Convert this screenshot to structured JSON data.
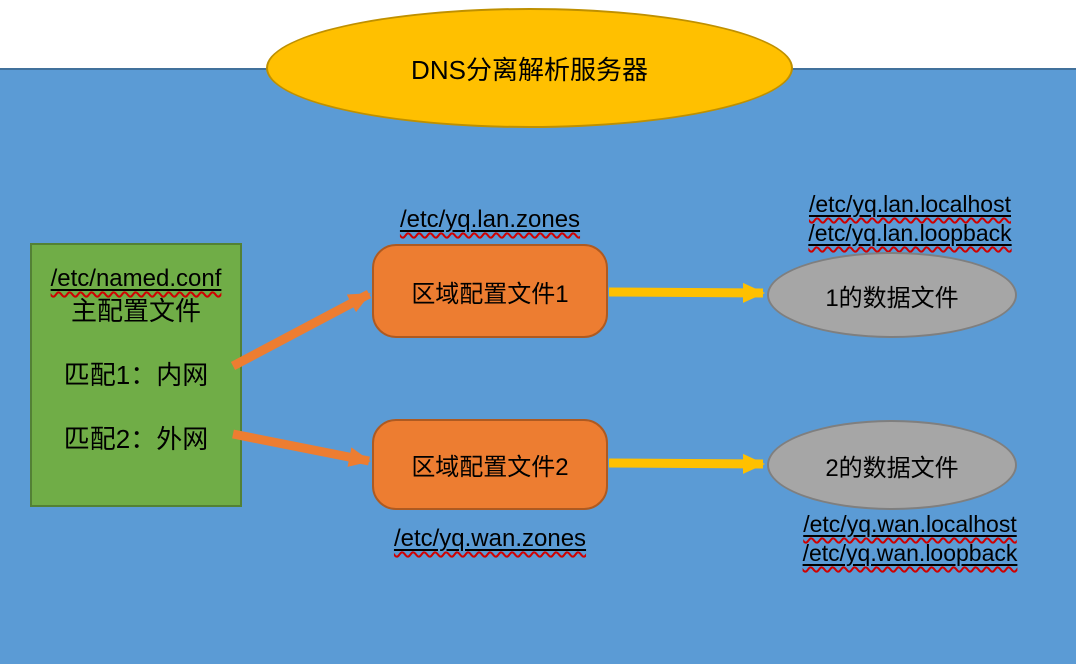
{
  "title": {
    "label": "DNS分离解析服务器"
  },
  "main_config": {
    "path": "/etc/named.conf",
    "title": "主配置文件",
    "match1": "匹配1：内网",
    "match2": "匹配2：外网"
  },
  "zone1": {
    "path": "/etc/yq.lan.zones",
    "label": "区域配置文件1"
  },
  "zone2": {
    "path": "/etc/yq.wan.zones",
    "label": "区域配置文件2"
  },
  "data1": {
    "label": "1的数据文件",
    "paths": [
      "/etc/yq.lan.localhost",
      "/etc/yq.lan.loopback"
    ]
  },
  "data2": {
    "label": "2的数据文件",
    "paths": [
      "/etc/yq.wan.localhost",
      "/etc/yq.wan.loopback"
    ]
  },
  "colors": {
    "background_blue": "#5B9BD5",
    "background_border": "#41719C",
    "title_fill": "#FFC000",
    "title_border": "#BF9000",
    "main_fill": "#70AD47",
    "main_border": "#538135",
    "zone_fill": "#ED7D31",
    "zone_border": "#AE5A21",
    "data_fill": "#A6A6A6",
    "data_border": "#7F7F7F",
    "arrow_orange": "#ED7D31",
    "arrow_yellow": "#FFC000",
    "text": "#000000",
    "spellcheck_squiggle": "#D00000"
  }
}
